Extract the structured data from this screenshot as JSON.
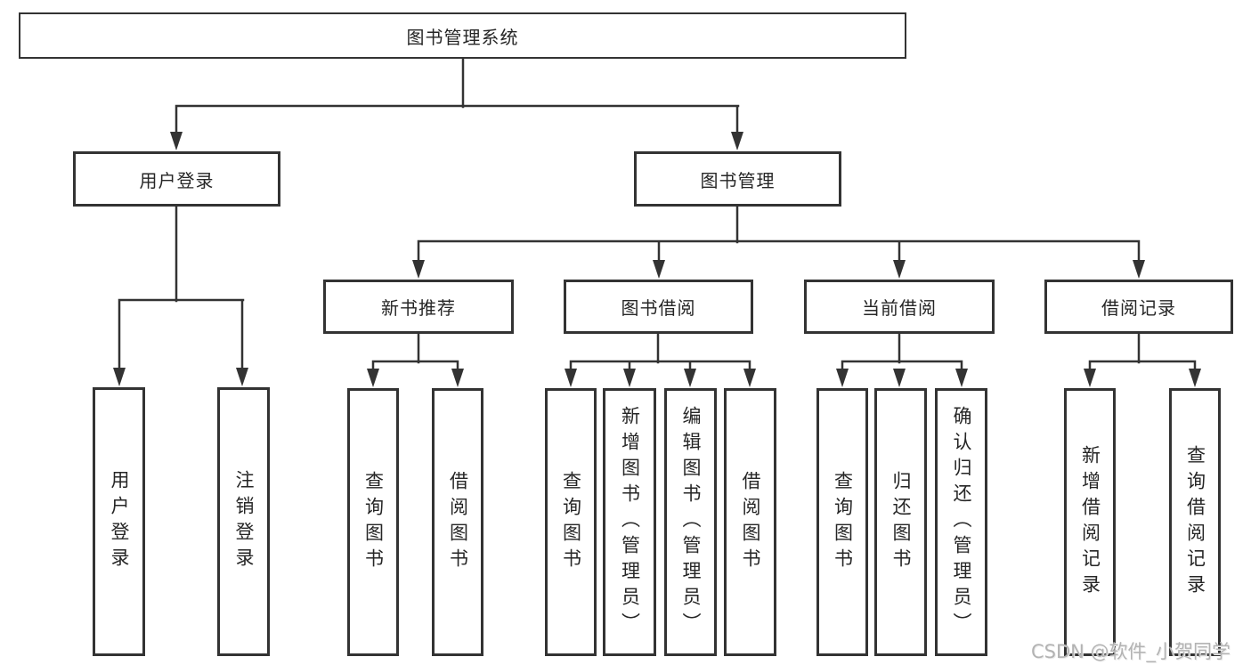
{
  "colors": {
    "line": "#333333",
    "box_border": "#333333",
    "text": "#262626",
    "watermark": "#b3b3b3",
    "background": "#ffffff"
  },
  "tree": {
    "root": "图书管理系统",
    "user_branch": {
      "label": "用户登录",
      "leaves": [
        "用户登录",
        "注销登录"
      ]
    },
    "mgmt_branch": {
      "label": "图书管理",
      "sections": [
        {
          "label": "新书推荐",
          "leaves": [
            "查询图书",
            "借阅图书"
          ]
        },
        {
          "label": "图书借阅",
          "leaves": [
            "查询图书",
            "新增图书（管理员）",
            "编辑图书（管理员）",
            "借阅图书"
          ]
        },
        {
          "label": "当前借阅",
          "leaves": [
            "查询图书",
            "归还图书",
            "确认归还（管理员）"
          ]
        },
        {
          "label": "借阅记录",
          "leaves": [
            "新增借阅记录",
            "查询借阅记录"
          ]
        }
      ]
    }
  },
  "watermark": "CSDN @软件_小贺同学"
}
